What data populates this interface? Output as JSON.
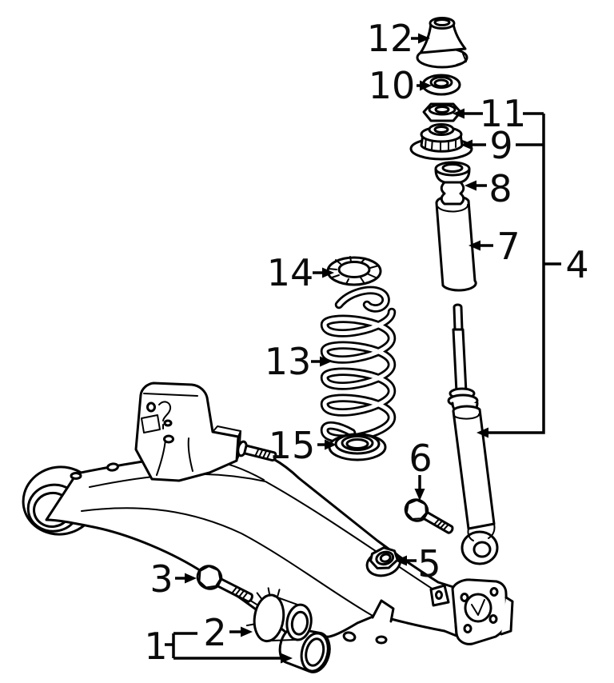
{
  "colors": {
    "background": "#ffffff",
    "line": "#000000"
  },
  "callouts": [
    {
      "number": "1"
    },
    {
      "number": "2"
    },
    {
      "number": "3"
    },
    {
      "number": "4"
    },
    {
      "number": "5"
    },
    {
      "number": "6"
    },
    {
      "number": "7"
    },
    {
      "number": "8"
    },
    {
      "number": "9"
    },
    {
      "number": "10"
    },
    {
      "number": "11"
    },
    {
      "number": "12"
    },
    {
      "number": "13"
    },
    {
      "number": "14"
    },
    {
      "number": "15"
    }
  ]
}
